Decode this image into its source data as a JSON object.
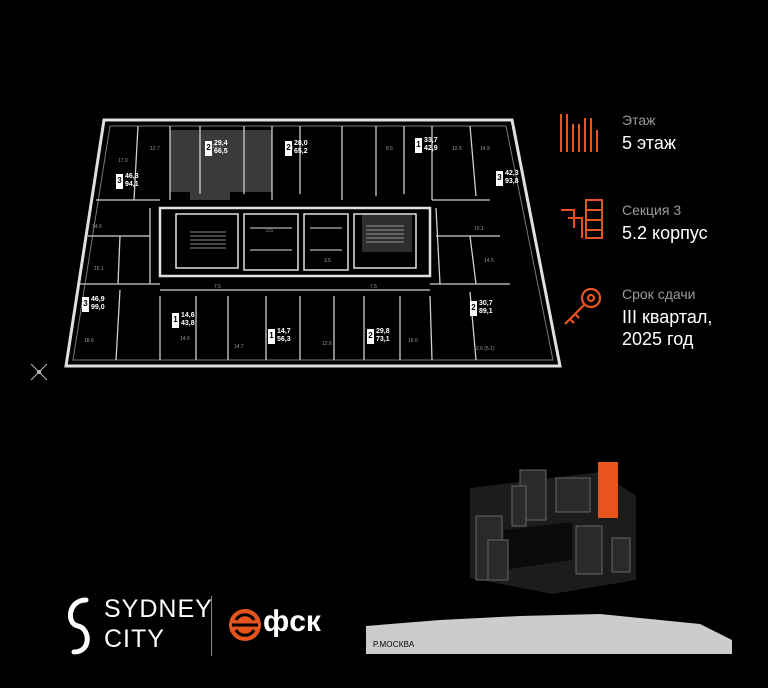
{
  "info": {
    "floor_label": "Этаж",
    "floor_value": "5 этаж",
    "section_label": "Секция 3",
    "section_value": "5.2 корпус",
    "deadline_label": "Срок сдачи",
    "deadline_value_line1": "III квартал,",
    "deadline_value_line2": "2025 год"
  },
  "apartments": [
    {
      "rooms": "3",
      "area_line1": "46,3",
      "area_line2": "94,1"
    },
    {
      "rooms": "2",
      "area_line1": "29,4",
      "area_line2": "66,5"
    },
    {
      "rooms": "2",
      "area_line1": "28,0",
      "area_line2": "65,2"
    },
    {
      "rooms": "1",
      "area_line1": "33,7",
      "area_line2": "42,9"
    },
    {
      "rooms": "3",
      "area_line1": "42,3",
      "area_line2": "93,8"
    },
    {
      "rooms": "3",
      "area_line1": "46,9",
      "area_line2": "99,0"
    },
    {
      "rooms": "1",
      "area_line1": "14,6",
      "area_line2": "43,8"
    },
    {
      "rooms": "1",
      "area_line1": "14,7",
      "area_line2": "56,3"
    },
    {
      "rooms": "2",
      "area_line1": "29,8",
      "area_line2": "73,1"
    },
    {
      "rooms": "2",
      "area_line1": "30,7",
      "area_line2": "89,1"
    }
  ],
  "logo": {
    "line1": "SYDNEY",
    "line2": "CITY",
    "fsk": "фск"
  },
  "river_label": "Р.МОСКВА",
  "colors": {
    "accent": "#e8541e",
    "background": "#000000",
    "plan_line": "#d8d8d8",
    "muted_text": "#9a9a9a"
  }
}
